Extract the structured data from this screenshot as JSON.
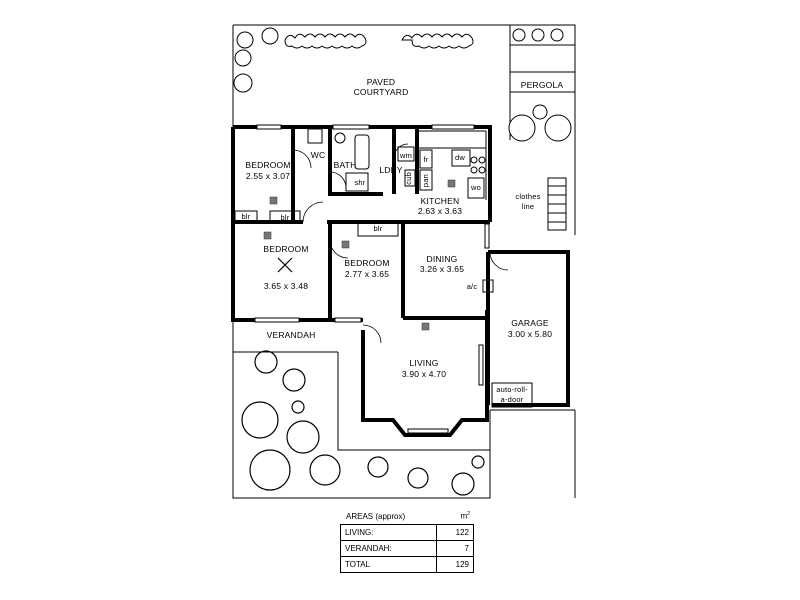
{
  "rooms": {
    "courtyard": "PAVED\nCOURTYARD",
    "pergola": "PERGOLA",
    "bedroom1": {
      "name": "BEDROOM",
      "size": "2.55 x 3.07"
    },
    "bedroom2": {
      "name": "BEDROOM",
      "size": "3.65 x 3.48"
    },
    "bedroom3": {
      "name": "BEDROOM",
      "size": "2.77 x 3.65"
    },
    "wc": "WC",
    "bath": "BATH",
    "shr": "shr",
    "ldry": "LDRY",
    "wm": "wm",
    "cub": "cub",
    "fr": "fr",
    "pan": "pan",
    "dw": "dw",
    "wo": "wo",
    "kitchen": {
      "name": "KITCHEN",
      "size": "2.63 x 3.63"
    },
    "clothes_line": "clothes\nline",
    "blr1": "blr",
    "blr2": "blr",
    "blr3": "blr",
    "dining": {
      "name": "DINING",
      "size": "3.26 x 3.65"
    },
    "ac": "a/c",
    "garage": {
      "name": "GARAGE",
      "size": "3.00 x 5.80"
    },
    "verandah": "VERANDAH",
    "living": {
      "name": "LIVING",
      "size": "3.90 x 4.70"
    },
    "auto_door": "auto-roll-\na-door"
  },
  "areas": {
    "title": "AREAS (approx)",
    "unit": "m",
    "unit_sup": "2",
    "rows": [
      {
        "label": "LIVING:",
        "value": "122"
      },
      {
        "label": "VERANDAH:",
        "value": "7"
      },
      {
        "label": "TOTAL",
        "value": "129"
      }
    ]
  }
}
